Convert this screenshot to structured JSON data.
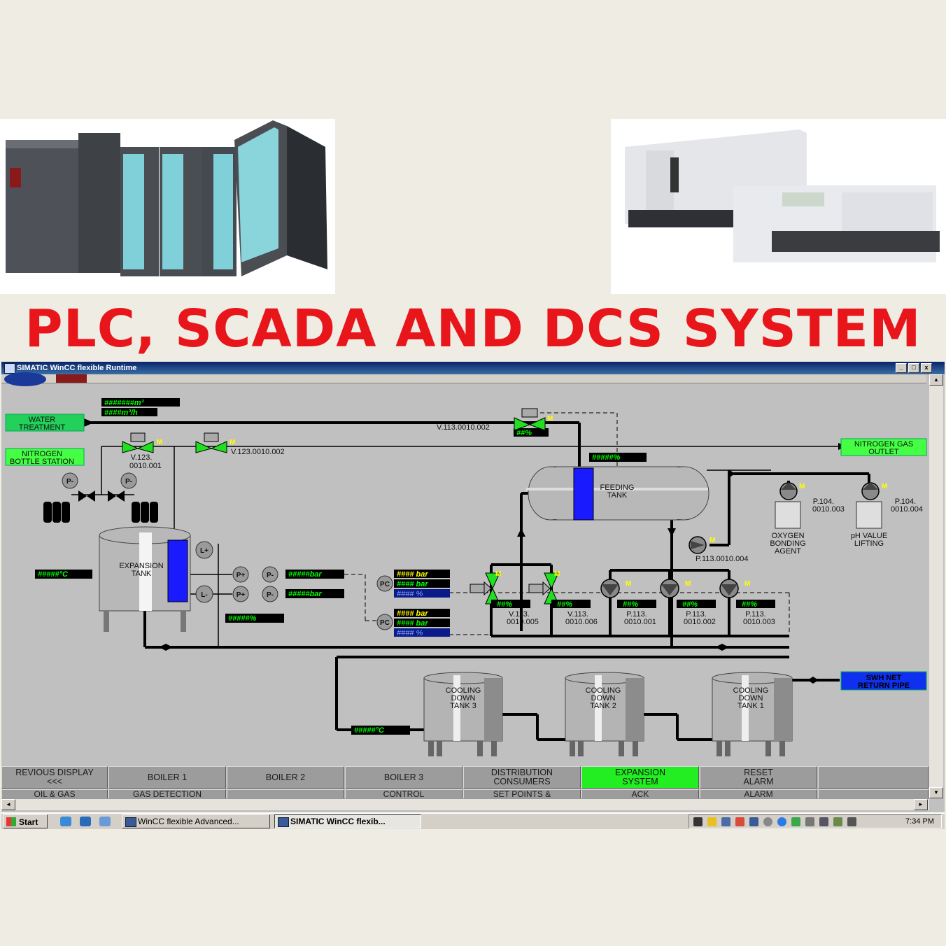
{
  "headline": "PLC, SCADA AND DCS SYSTEM",
  "colors": {
    "headline": "#e8151b",
    "display_green": "#00ff00",
    "panel_grey": "#c0c0c0",
    "active_button": "#22ee22",
    "tank_blue": "#1a1aff"
  },
  "window": {
    "title": "SIMATIC WinCC flexible Runtime",
    "controls": [
      "_",
      "□",
      "x"
    ]
  },
  "process": {
    "water_treatment": "WATER\nTREATMENT",
    "nitrogen_bottle": "NITROGEN\nBOTTLE STATION",
    "nitrogen_outlet": "NITROGEN GAS\nOUTLET",
    "swh_return": "SWH NET\nRETURN PIPE",
    "expansion_tank": "EXPANSION\nTANK",
    "feeding_tank": "FEEDING\nTANK",
    "cooling_tank_3": "COOLING\nDOWN\nTANK 3",
    "cooling_tank_2": "COOLING\nDOWN\nTANK 2",
    "cooling_tank_1": "COOLING\nDOWN\nTANK 1",
    "oxygen_agent": "OXYGEN\nBONDING\nAGENT",
    "ph_lifting": "pH VALUE\nLIFTING",
    "valves": {
      "v_123_001": "V.123.\n0010.001",
      "v_123_002": "V.123.0010.002",
      "v_113_002": "V.113.0010.002",
      "v_113_005": "V.113.\n0010.005",
      "v_113_006": "V.113.\n0010.006"
    },
    "pumps": {
      "p_104_003": "P.104.\n0010.003",
      "p_104_004": "P.104.\n0010.004",
      "p_113_004": "P.113.0010.004",
      "p_113_001": "P.113.\n0010.001",
      "p_113_002": "P.113.\n0010.002",
      "p_113_003": "P.113.\n0010.003"
    },
    "instruments": {
      "p_minus": "P-",
      "p_plus": "P+",
      "l_plus": "L+",
      "l_minus": "L-",
      "pc": "PC",
      "motor": "M"
    },
    "displays": {
      "volume": "#######m³",
      "flow": "####m³/h",
      "temp_expansion": "#####°C",
      "temp_cooling": "#####°C",
      "bar_1": "#####bar",
      "bar_2": "#####bar",
      "level_expansion": "#####%",
      "level_feeding": "#####%",
      "valve_pct": "##%",
      "pc_bar": "#### bar",
      "pc_pct": "#### %"
    }
  },
  "nav_row1": [
    {
      "label": "REVIOUS DISPLAY\n<<<",
      "active": false
    },
    {
      "label": "BOILER 1",
      "active": false
    },
    {
      "label": "BOILER 2",
      "active": false
    },
    {
      "label": "BOILER 3",
      "active": false
    },
    {
      "label": "DISTRIBUTION\nCONSUMERS",
      "active": false
    },
    {
      "label": "EXPANSION\nSYSTEM",
      "active": true
    },
    {
      "label": "RESET\nALARM",
      "active": false
    },
    {
      "label": "",
      "active": false
    }
  ],
  "nav_row2": [
    "OIL & GAS",
    "GAS DETECTION",
    "",
    "CONTROL",
    "SET POINTS &",
    "ACK",
    "ALARM",
    ""
  ],
  "taskbar": {
    "start": "Start",
    "tasks": [
      "WinCC flexible Advanced...",
      "SIMATIC WinCC flexib..."
    ],
    "clock": "7:34 PM"
  }
}
